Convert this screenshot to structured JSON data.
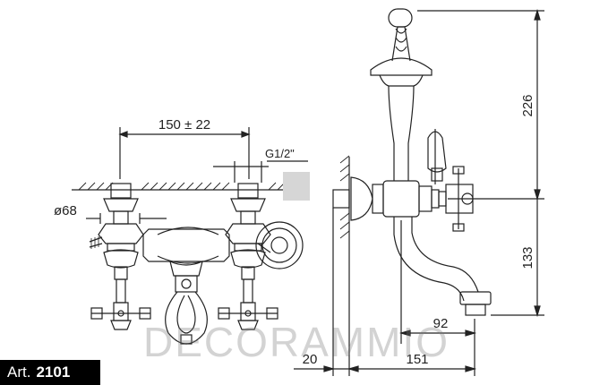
{
  "drawing": {
    "front_view": {
      "spacing_label": "150 ± 22",
      "thread_label": "G1/2\"",
      "diameter_label": "ø68"
    },
    "side_view": {
      "height_upper_label": "226",
      "height_lower_label": "133",
      "spout_reach_label": "92",
      "wall_offset_label": "20",
      "total_depth_label": "151"
    }
  },
  "watermark": "DECORAMMIO",
  "article": {
    "prefix": "Art.",
    "number": "2101"
  },
  "colors": {
    "line": "#222222",
    "badge_bg": "#000000",
    "badge_text": "#ffffff"
  }
}
